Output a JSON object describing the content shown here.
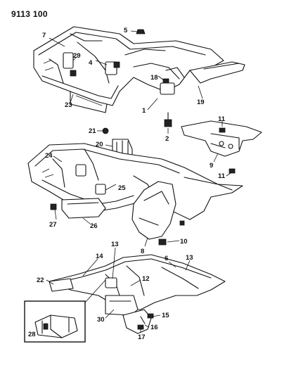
{
  "figure_id": "9113 100",
  "callouts": {
    "c1": "1",
    "c2": "2",
    "c4": "4",
    "c5": "5",
    "c6": "6",
    "c7": "7",
    "c8": "8",
    "c9": "9",
    "c10": "10",
    "c11a": "11",
    "c11b": "11",
    "c12": "12",
    "c13a": "13",
    "c13b": "13",
    "c14": "14",
    "c15": "15",
    "c16": "16",
    "c17": "17",
    "c18": "18",
    "c19": "19",
    "c20": "20",
    "c21": "21",
    "c22": "22",
    "c23": "23",
    "c24": "24",
    "c25": "25",
    "c26": "26",
    "c27": "27",
    "c28": "28",
    "c29": "29",
    "c30": "30"
  }
}
